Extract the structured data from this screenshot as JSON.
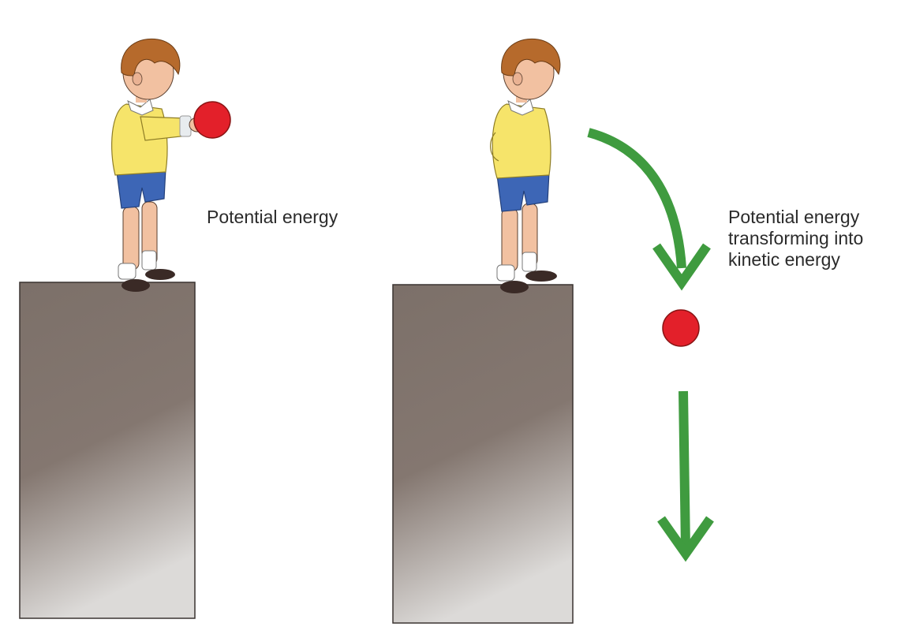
{
  "labels": {
    "left": "Potential energy",
    "right_line1": "Potential energy",
    "right_line2": "transforming into",
    "right_line3": "kinetic energy"
  },
  "colors": {
    "ball": "#e3202a",
    "ball_outline": "#8a1414",
    "arrow": "#3f9b3f",
    "block_top": "#7c7069",
    "block_mid": "#847770",
    "block_bottom": "#dcdad8",
    "shirt": "#f6e46a",
    "shorts": "#3d66b6",
    "hair": "#b66a2c",
    "skin": "#f2c1a1",
    "text": "#2b2b2b"
  }
}
